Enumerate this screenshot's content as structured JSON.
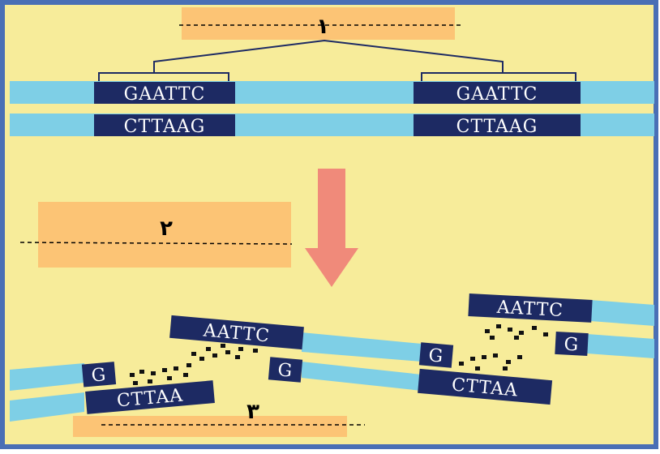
{
  "diagram": {
    "top_site_left": {
      "top": "GAATTC",
      "bottom": "CTTAAG"
    },
    "top_site_right": {
      "top": "GAATTC",
      "bottom": "CTTAAG"
    },
    "fragment_left_g": "G",
    "fragment_left_overhang": "CTTAA",
    "fragment_middle_overhang": "AATTC",
    "fragment_middle_g": "G",
    "fragment_right_g": "G",
    "fragment_right_overhang": "CTTAA",
    "fragment_far_right_overhang": "AATTC",
    "fragment_far_right_g": "G",
    "blank_labels": [
      "١",
      "٢",
      "٣"
    ]
  },
  "colors": {
    "background": "#f7ec9a",
    "frame": "#4a6fb5",
    "strand": "#7ecfe6",
    "block": "#1d2a63",
    "label_box": "#fcc475",
    "arrow": "#f08a7a"
  }
}
